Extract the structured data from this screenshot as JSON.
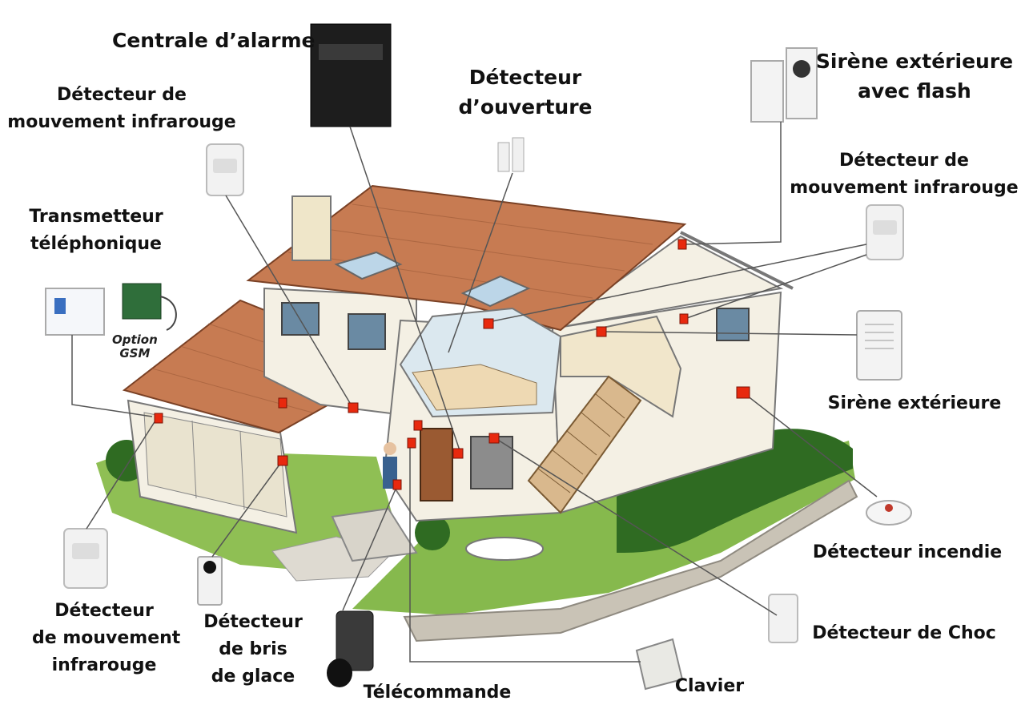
{
  "labels": {
    "centrale": "Centrale d’alarme",
    "pir_top_left": [
      "Détecteur de",
      "mouvement infrarouge"
    ],
    "ouverture": [
      "Détecteur",
      "d’ouverture"
    ],
    "sirene_flash": [
      "Sirène extérieure",
      "avec flash"
    ],
    "pir_right": [
      "Détecteur de",
      "mouvement infrarouge"
    ],
    "transmetteur": [
      "Transmetteur",
      "téléphonique"
    ],
    "option_gsm": [
      "Option",
      "GSM"
    ],
    "sirene_ext": "Sirène extérieure",
    "incendie": "Détecteur incendie",
    "choc": "Détecteur de Choc",
    "pir_bottom_left": [
      "Détecteur",
      "de mouvement",
      "infrarouge"
    ],
    "bris": [
      "Détecteur",
      "de bris",
      "de glace"
    ],
    "telecommande": "Télécommande",
    "clavier": "Clavier"
  },
  "colors": {
    "sensor_marker": "#e8290e",
    "roof": "#c77b52",
    "wall": "#f4f0e4",
    "lawn": "#8fbf54",
    "hedge": "#2f6b22",
    "leader_line": "#555555"
  }
}
